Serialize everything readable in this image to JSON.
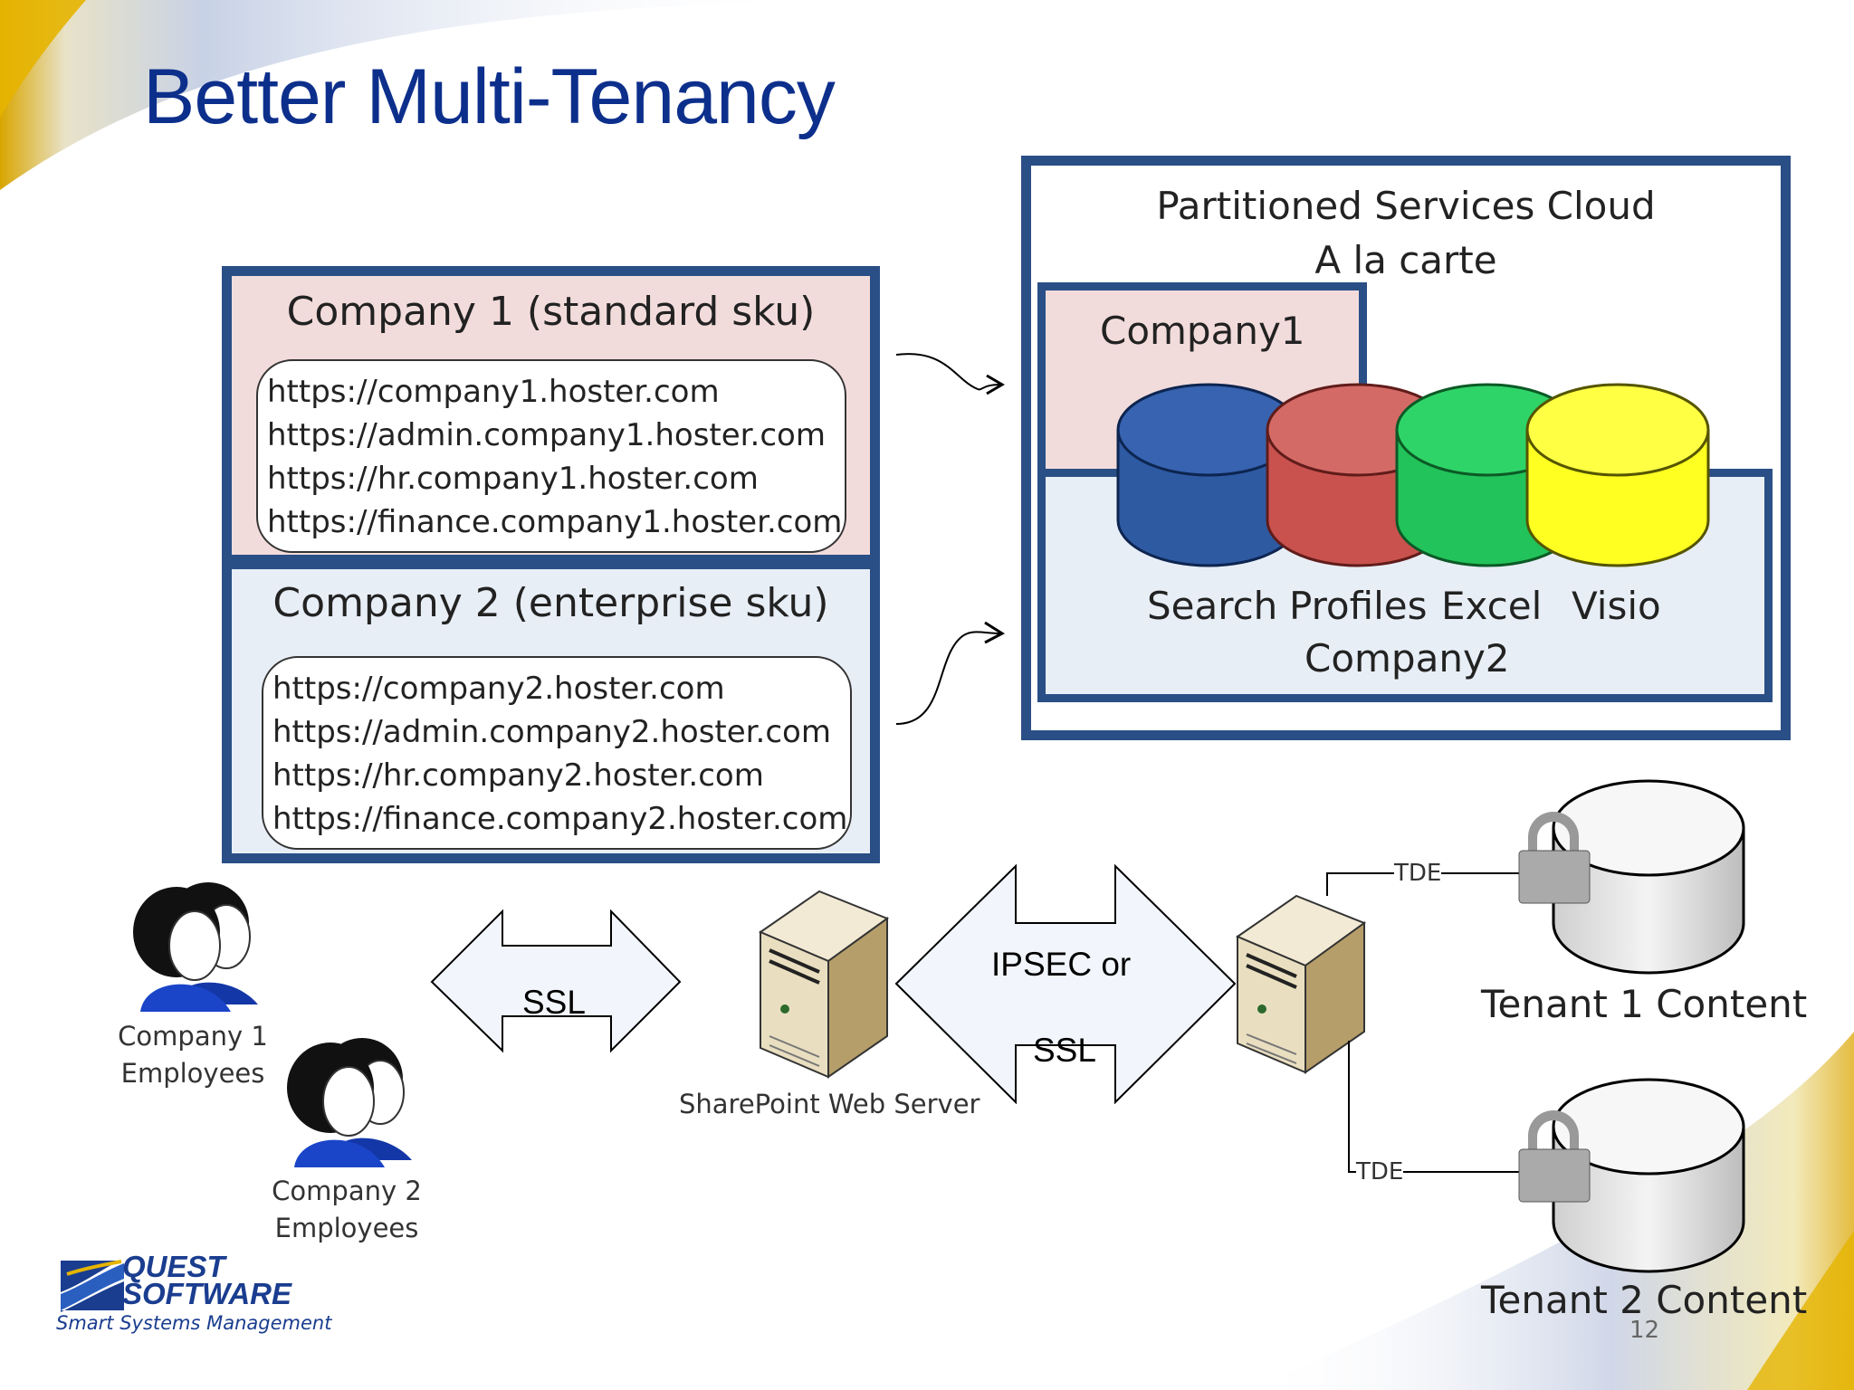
{
  "slide": {
    "title": "Better Multi-Tenancy",
    "page_number": "12"
  },
  "company1_box": {
    "heading": "Company 1 (standard sku)",
    "urls": [
      "https://company1.hoster.com",
      "https://admin.company1.hoster.com",
      "https://hr.company1.hoster.com",
      "https://finance.company1.hoster.com"
    ]
  },
  "company2_box": {
    "heading": "Company 2 (enterprise sku)",
    "urls": [
      "https://company2.hoster.com",
      "https://admin.company2.hoster.com",
      "https://hr.company2.hoster.com",
      "https://finance.company2.hoster.com"
    ]
  },
  "cloud": {
    "title_line1": "Partitioned Services Cloud",
    "title_line2": "A la carte",
    "company1_label": "Company1",
    "company2_label": "Company2",
    "services": [
      "Search",
      "Profiles",
      "Excel",
      "Visio"
    ]
  },
  "network": {
    "company1_employees_line1": "Company 1",
    "company1_employees_line2": "Employees",
    "company2_employees_line1": "Company 2",
    "company2_employees_line2": "Employees",
    "ssl_label": "SSL",
    "ipsec_line1": "IPSEC or",
    "ipsec_line2": "SSL",
    "web_server_label": "SharePoint Web Server",
    "tde_label": "TDE",
    "tenant1_label": "Tenant 1 Content",
    "tenant2_label": "Tenant 2 Content"
  },
  "logo": {
    "line1": "QUEST",
    "line2": "SOFTWARE",
    "tagline": "Smart Systems Management"
  },
  "colors": {
    "title": "#0d2f8c",
    "box_border": "#2a4f86",
    "company1_fill": "#f2dcdb",
    "company2_fill": "#e8eef6",
    "search_db": "#2e5aa2",
    "profiles_db": "#c9524e",
    "excel_db": "#22c35a",
    "visio_db": "#ffff22"
  }
}
